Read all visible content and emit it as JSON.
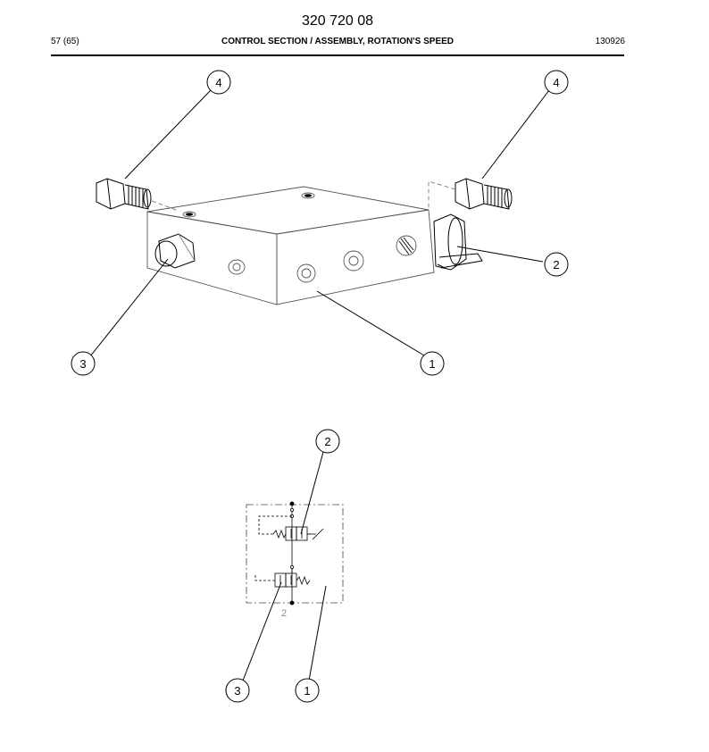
{
  "header": {
    "doc_number": "320 720 08",
    "page": "57 (65)",
    "title": "CONTROL SECTION / ASSEMBLY, ROTATION'S SPEED",
    "date": "130926"
  },
  "callouts": {
    "upper_4_left": "4",
    "upper_4_right": "4",
    "upper_2": "2",
    "upper_3": "3",
    "upper_1": "1",
    "lower_2": "2",
    "lower_3": "3",
    "lower_1": "1"
  },
  "schematic": {
    "port_label": "2"
  }
}
